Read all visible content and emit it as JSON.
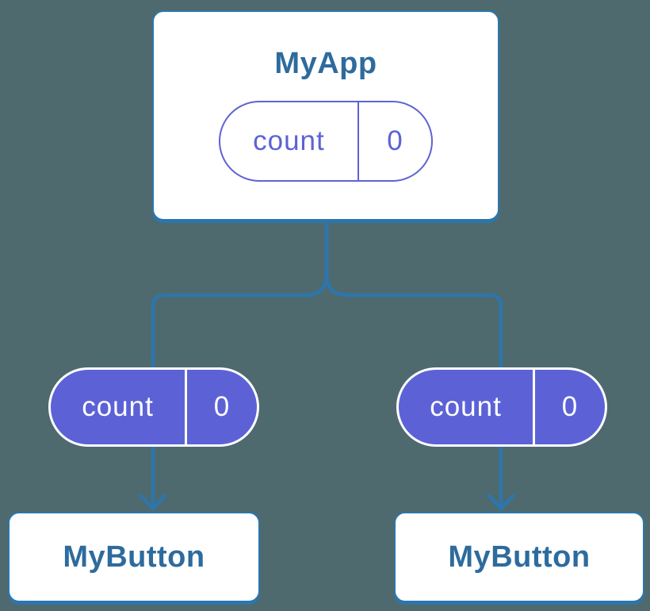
{
  "colors": {
    "bg": "#4e6a6e",
    "line": "#2c76ad",
    "title": "#2e6b9d",
    "purple": "#5c62d6",
    "purple-line": "#5d63d2",
    "pill-text": "#ffffff"
  },
  "root": {
    "title": "MyApp",
    "state": {
      "label": "count",
      "value": "0"
    }
  },
  "children": [
    {
      "title": "MyButton",
      "prop": {
        "label": "count",
        "value": "0"
      }
    },
    {
      "title": "MyButton",
      "prop": {
        "label": "count",
        "value": "0"
      }
    }
  ]
}
